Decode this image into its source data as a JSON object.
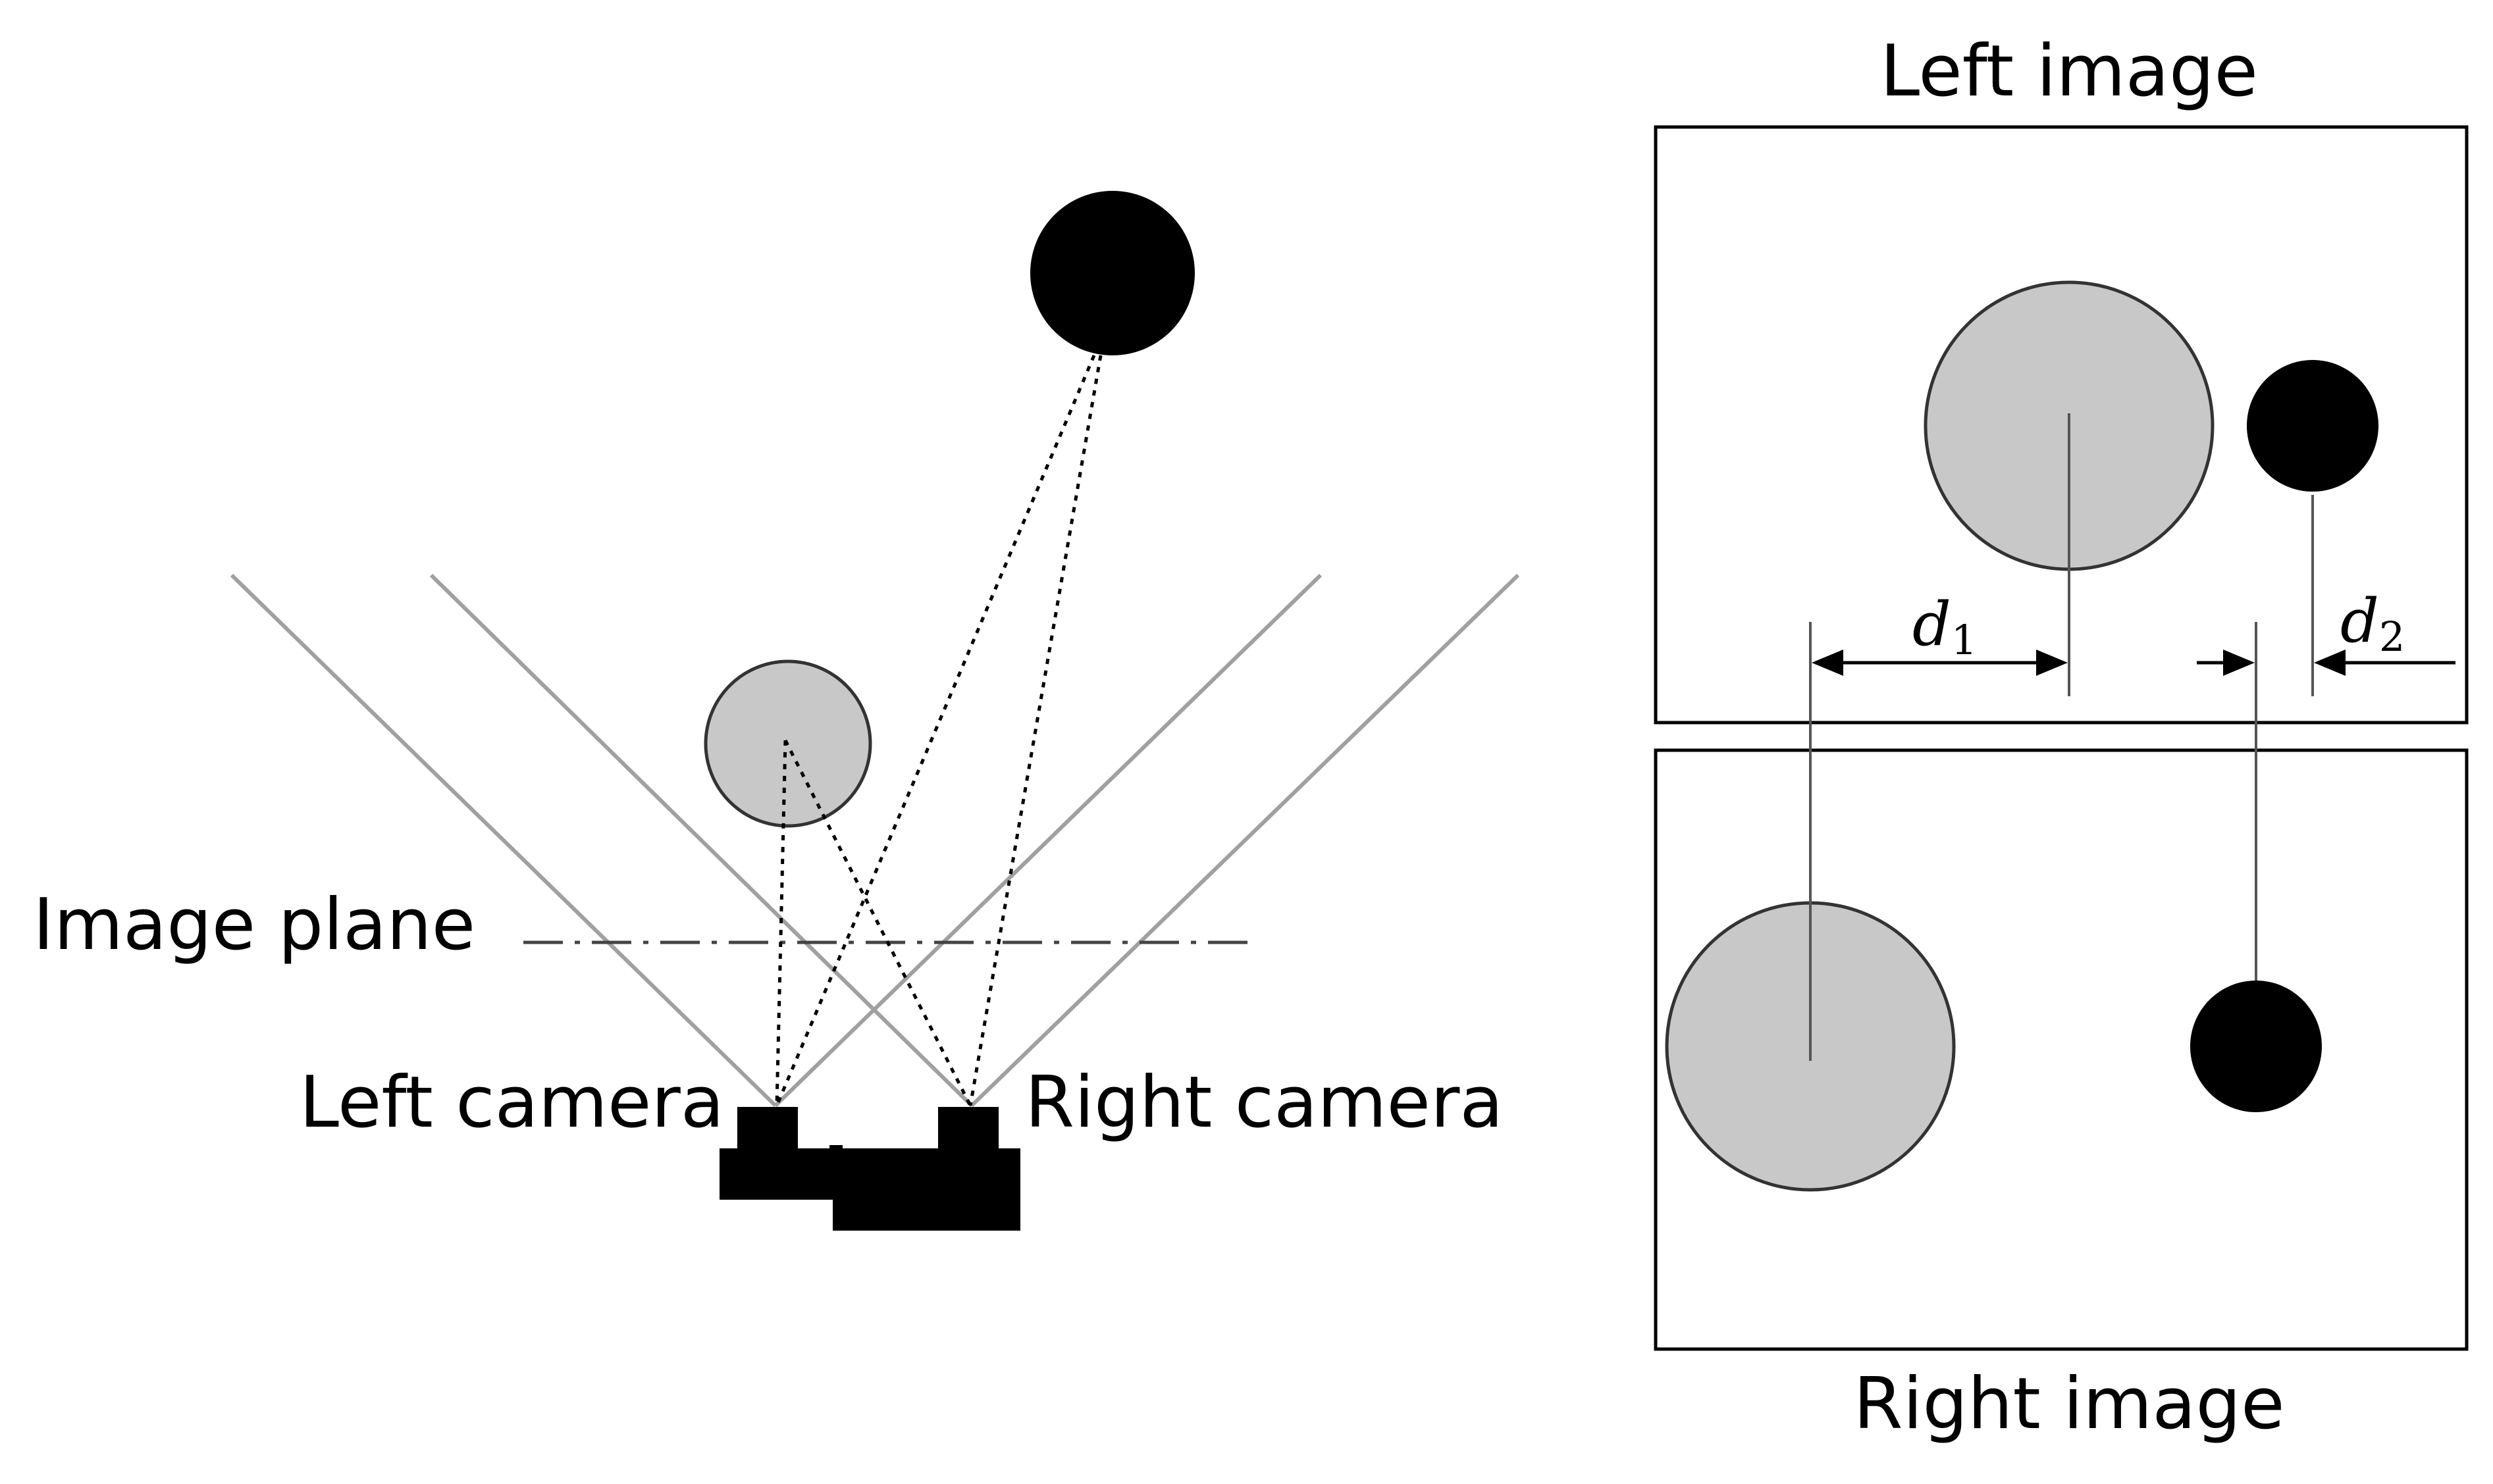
{
  "labels": {
    "image_plane": "Image plane",
    "left_camera": "Left camera",
    "right_camera": "Right camera",
    "left_image": "Left image",
    "right_image": "Right image",
    "d1_symbol": "d",
    "d1_subscript": "1",
    "d2_symbol": "d",
    "d2_subscript": "2"
  },
  "colors": {
    "near_object": "#c8c8c8",
    "far_object": "#000000",
    "field_of_view_lines": "#a0a0a0",
    "outline": "#000000"
  }
}
